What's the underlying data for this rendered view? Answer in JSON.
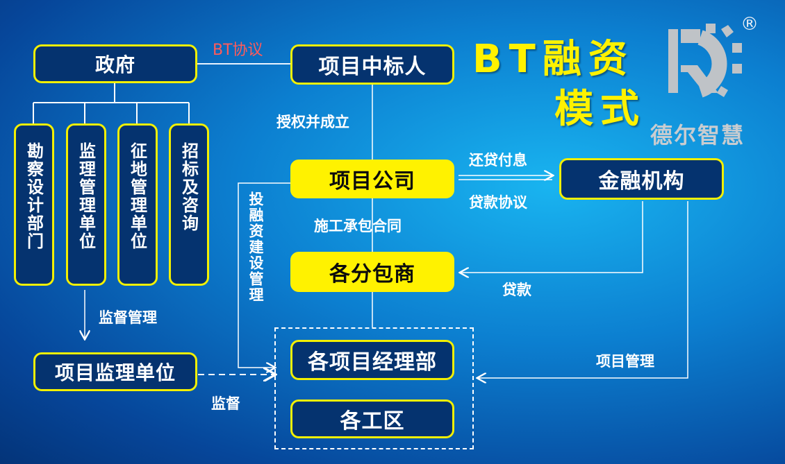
{
  "title": {
    "line1": "BT融资",
    "line2": "模式"
  },
  "logo": {
    "company": "德尔智慧",
    "registered": "®",
    "icon": "gear-letter-r-logo",
    "color": "#bfc3c7"
  },
  "colors": {
    "box_border": "#f3f000",
    "box_fill": "#05336f",
    "highlight_fill": "#fff200",
    "bt_label": "#ff5b5b"
  },
  "nodes": {
    "government": "政府",
    "winner": "项目中标人",
    "project_company": "项目公司",
    "finance": "金融机构",
    "subcontractors": "各分包商",
    "supervision_unit": "项目监理单位",
    "pm_dept": "各项目经理部",
    "work_zone": "各工区"
  },
  "departments": [
    "勘察设计部门",
    "监理管理单位",
    "征地管理单位",
    "招标及咨询"
  ],
  "edges": {
    "bt_agreement": "BT协议",
    "authorize": "授权并成立",
    "repay": "还贷付息",
    "loan_agreement": "贷款协议",
    "construction_contract": "施工承包合同",
    "loan": "贷款",
    "supervise_manage": "监督管理",
    "invest_manage": "投融资建设管理",
    "project_management": "项目管理",
    "supervise": "监督"
  }
}
